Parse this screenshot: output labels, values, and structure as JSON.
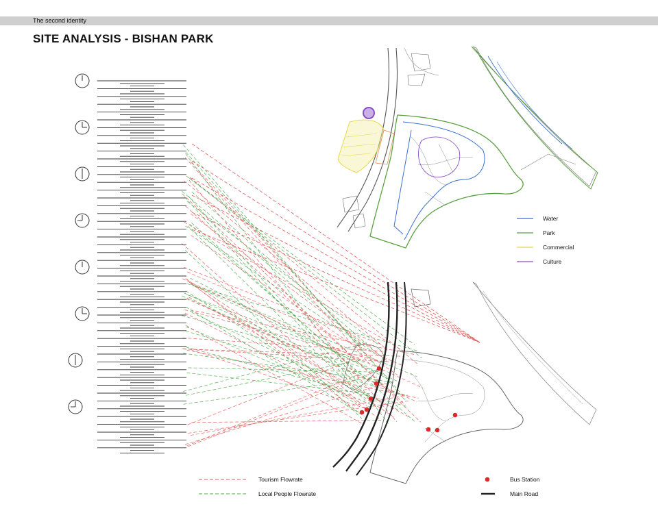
{
  "header": {
    "project_label": "The second identity",
    "page_title": "SITE ANALYSIS - BISHAN PARK"
  },
  "colors": {
    "water": "#3a6fd0",
    "park": "#5aa040",
    "commercial": "#e8d84a",
    "culture": "#8a4fc0",
    "tourism_flow": "#e05a5a",
    "local_flow": "#4fa84f",
    "bus_station": "#d92b2b",
    "main_road": "#222222"
  },
  "landuse_legend": [
    {
      "label": "Water",
      "color_key": "water"
    },
    {
      "label": "Park",
      "color_key": "park"
    },
    {
      "label": "Commercial",
      "color_key": "commercial"
    },
    {
      "label": "Culture",
      "color_key": "culture"
    }
  ],
  "flow_legend": [
    {
      "label": "Tourism Flowrate",
      "color_key": "tourism_flow"
    },
    {
      "label": "Local People Flowrate",
      "color_key": "local_flow"
    }
  ],
  "infra_legend": [
    {
      "label": "Bus Station",
      "symbol": "dot",
      "color_key": "bus_station"
    },
    {
      "label": "Main Road",
      "symbol": "line",
      "color_key": "main_road"
    }
  ],
  "timeline": {
    "clocks": [
      {
        "hour": 12,
        "minute": 0
      },
      {
        "hour": 3,
        "minute": 0
      },
      {
        "hour": 6,
        "minute": 0
      },
      {
        "hour": 9,
        "minute": 0
      },
      {
        "hour": 12,
        "minute": 0
      },
      {
        "hour": 3,
        "minute": 0
      },
      {
        "hour": 6,
        "minute": 0
      },
      {
        "hour": 9,
        "minute": 0
      }
    ]
  }
}
